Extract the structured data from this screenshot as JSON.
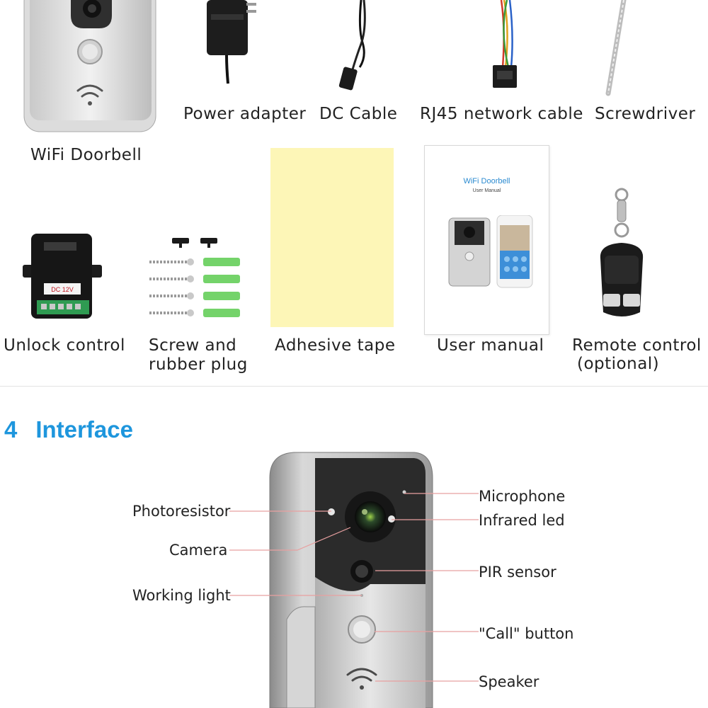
{
  "items_row1": [
    {
      "name": "doorbell",
      "label": "WiFi Doorbell"
    },
    {
      "name": "power-adapter",
      "label": "Power adapter"
    },
    {
      "name": "dc-cable",
      "label": "DC Cable"
    },
    {
      "name": "rj45-cable",
      "label": "RJ45 network cable"
    },
    {
      "name": "screwdriver",
      "label": "Screwdriver"
    }
  ],
  "items_row2": [
    {
      "name": "unlock-control",
      "label": "Unlock control",
      "chip_text": "DC 12V"
    },
    {
      "name": "screw-plug",
      "label_line1": "Screw and",
      "label_line2": "rubber plug"
    },
    {
      "name": "adhesive-tape",
      "label": "Adhesive tape"
    },
    {
      "name": "user-manual",
      "label": "User manual",
      "cover_title": "WiFi Doorbell",
      "cover_subtitle": "User Manual"
    },
    {
      "name": "remote-control",
      "label_line1": "Remote control",
      "label_line2": "(optional)"
    }
  ],
  "section": {
    "number": "4",
    "title": "Interface"
  },
  "callouts": {
    "left": [
      "Photoresistor",
      "Camera",
      "Working light"
    ],
    "right": [
      "Microphone",
      "Infrared led",
      "PIR sensor",
      "\"Call\" button",
      "Speaker"
    ]
  },
  "colors": {
    "heading": "#1e96dd",
    "callout_line": "#e8a0a0",
    "tape": "#fdf6b7"
  }
}
